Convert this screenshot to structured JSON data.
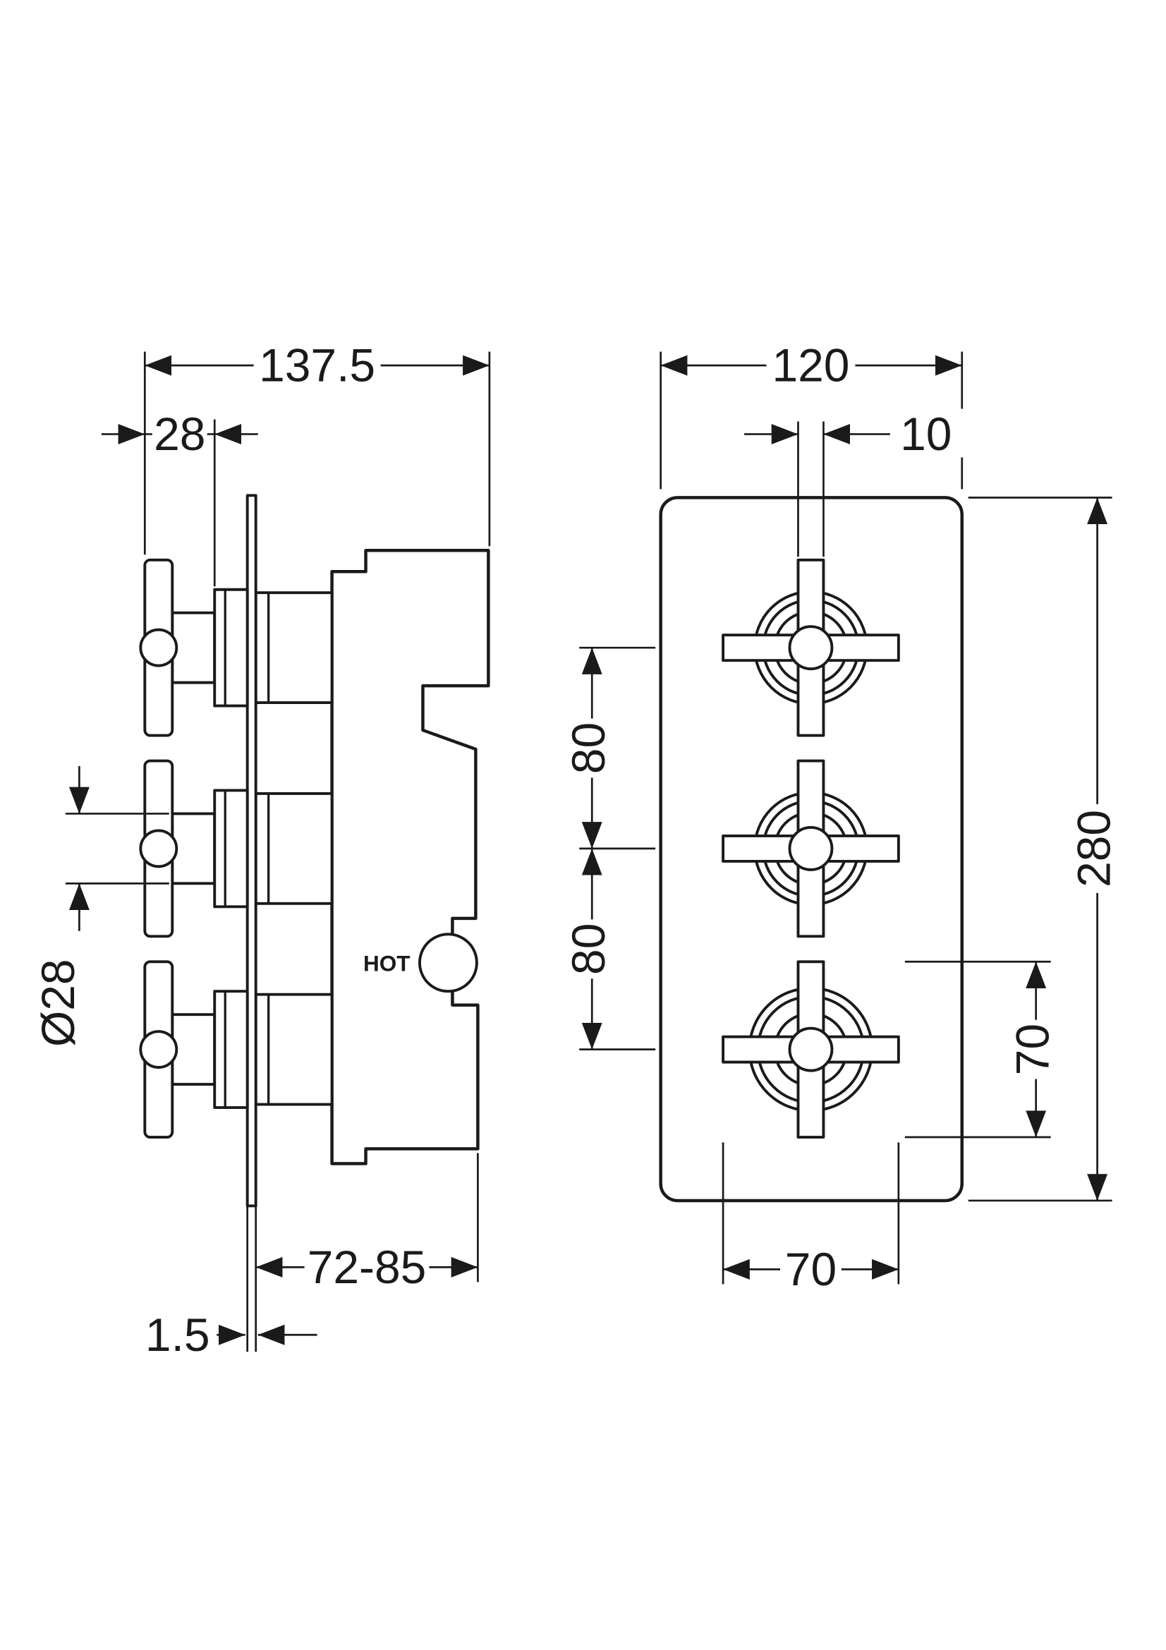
{
  "drawing": {
    "background": "#ffffff",
    "line_color": "#1a1a1a",
    "side_view": {
      "dims": {
        "total_depth": "137.5",
        "handle_projection": "28",
        "spindle_diameter": "Ø28",
        "body_depth_range": "72-85",
        "plate_thickness": "1.5"
      },
      "labels": {
        "hot_port": "HOT"
      }
    },
    "front_view": {
      "dims": {
        "plate_width": "120",
        "handle_arm_width": "10",
        "handle_pitch_upper": "80",
        "handle_pitch_lower": "80",
        "plate_height": "280",
        "handle_span_vertical": "70",
        "handle_span_horizontal": "70"
      }
    }
  }
}
